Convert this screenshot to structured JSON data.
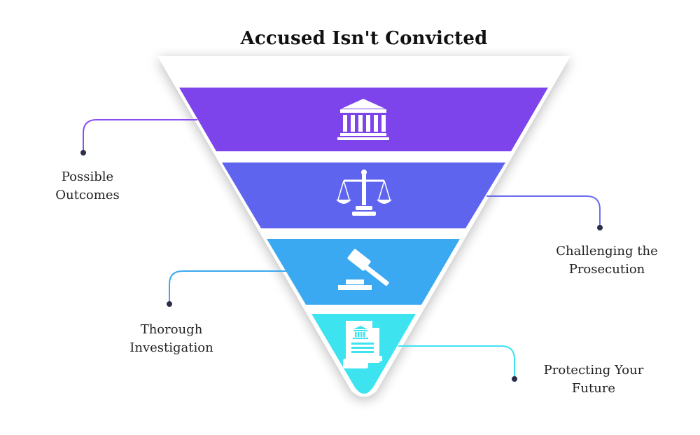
{
  "title": "Accused Isn't Convicted",
  "layers": [
    {
      "label_line1": "Possible",
      "label_line2": "Outcomes",
      "color": "#7c44ea",
      "icon": "courthouse-icon"
    },
    {
      "label_line1": "Challenging the",
      "label_line2": "Prosecution",
      "color": "#5f64ef",
      "icon": "scales-of-justice-icon"
    },
    {
      "label_line1": "Thorough",
      "label_line2": "Investigation",
      "color": "#3aa9f1",
      "icon": "gavel-icon"
    },
    {
      "label_line1": "Protecting Your",
      "label_line2": "Future",
      "color": "#3ee3f0",
      "icon": "legal-document-icon"
    }
  ],
  "colors": {
    "connector_1": "#8a4df0",
    "connector_2": "#6a6ef0",
    "connector_3": "#3aa9f1",
    "connector_4": "#3ee3f0",
    "dot": "#2b2f4a",
    "icon": "#ffffff"
  }
}
